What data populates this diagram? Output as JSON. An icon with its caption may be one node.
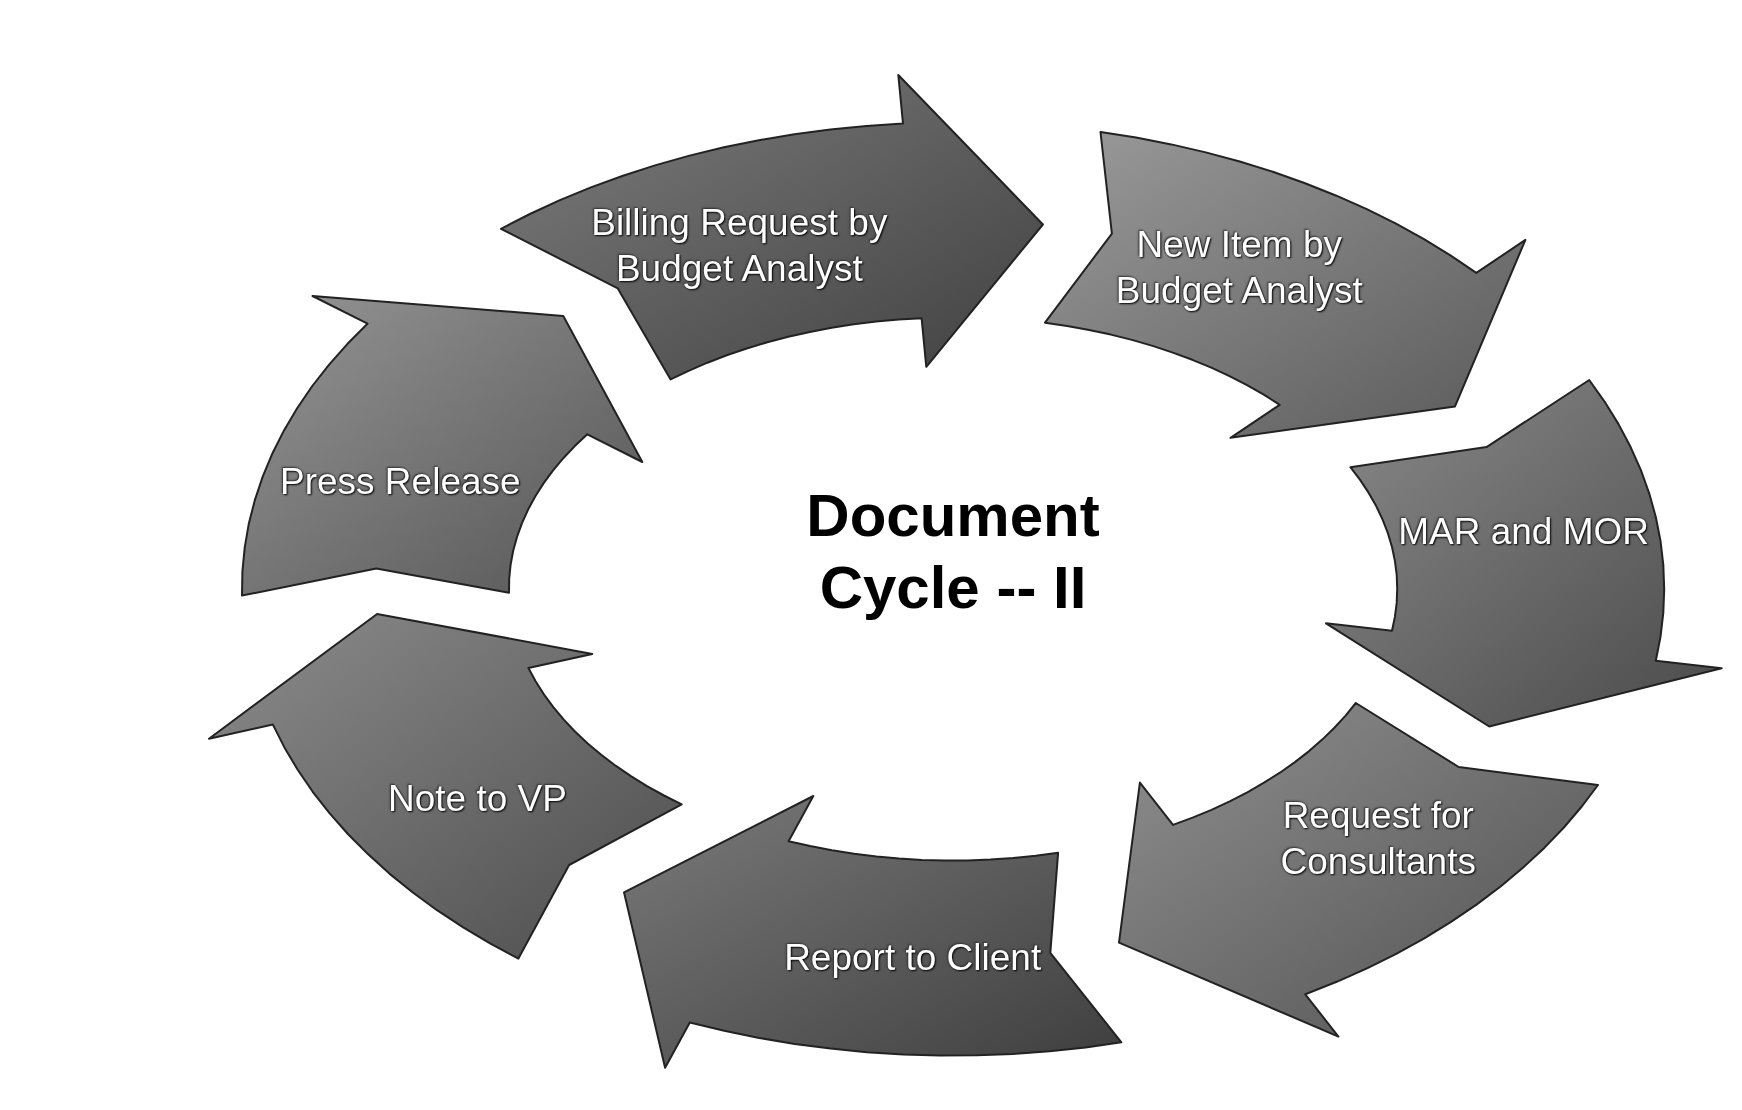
{
  "diagram": {
    "title": "Document Cycle -- II",
    "nodes": [
      {
        "text": [
          "New Item by Budget Analyst"
        ]
      },
      {
        "text": [
          "MAR and MOR"
        ]
      },
      {
        "text": [
          "Request for Consultants"
        ]
      },
      {
        "text": [
          "Report to Client"
        ]
      },
      {
        "text": [
          "Note to VP"
        ]
      },
      {
        "text": [
          "Press Release"
        ]
      },
      {
        "text": [
          "Billing Request by Budget Analyst"
        ]
      }
    ]
  }
}
